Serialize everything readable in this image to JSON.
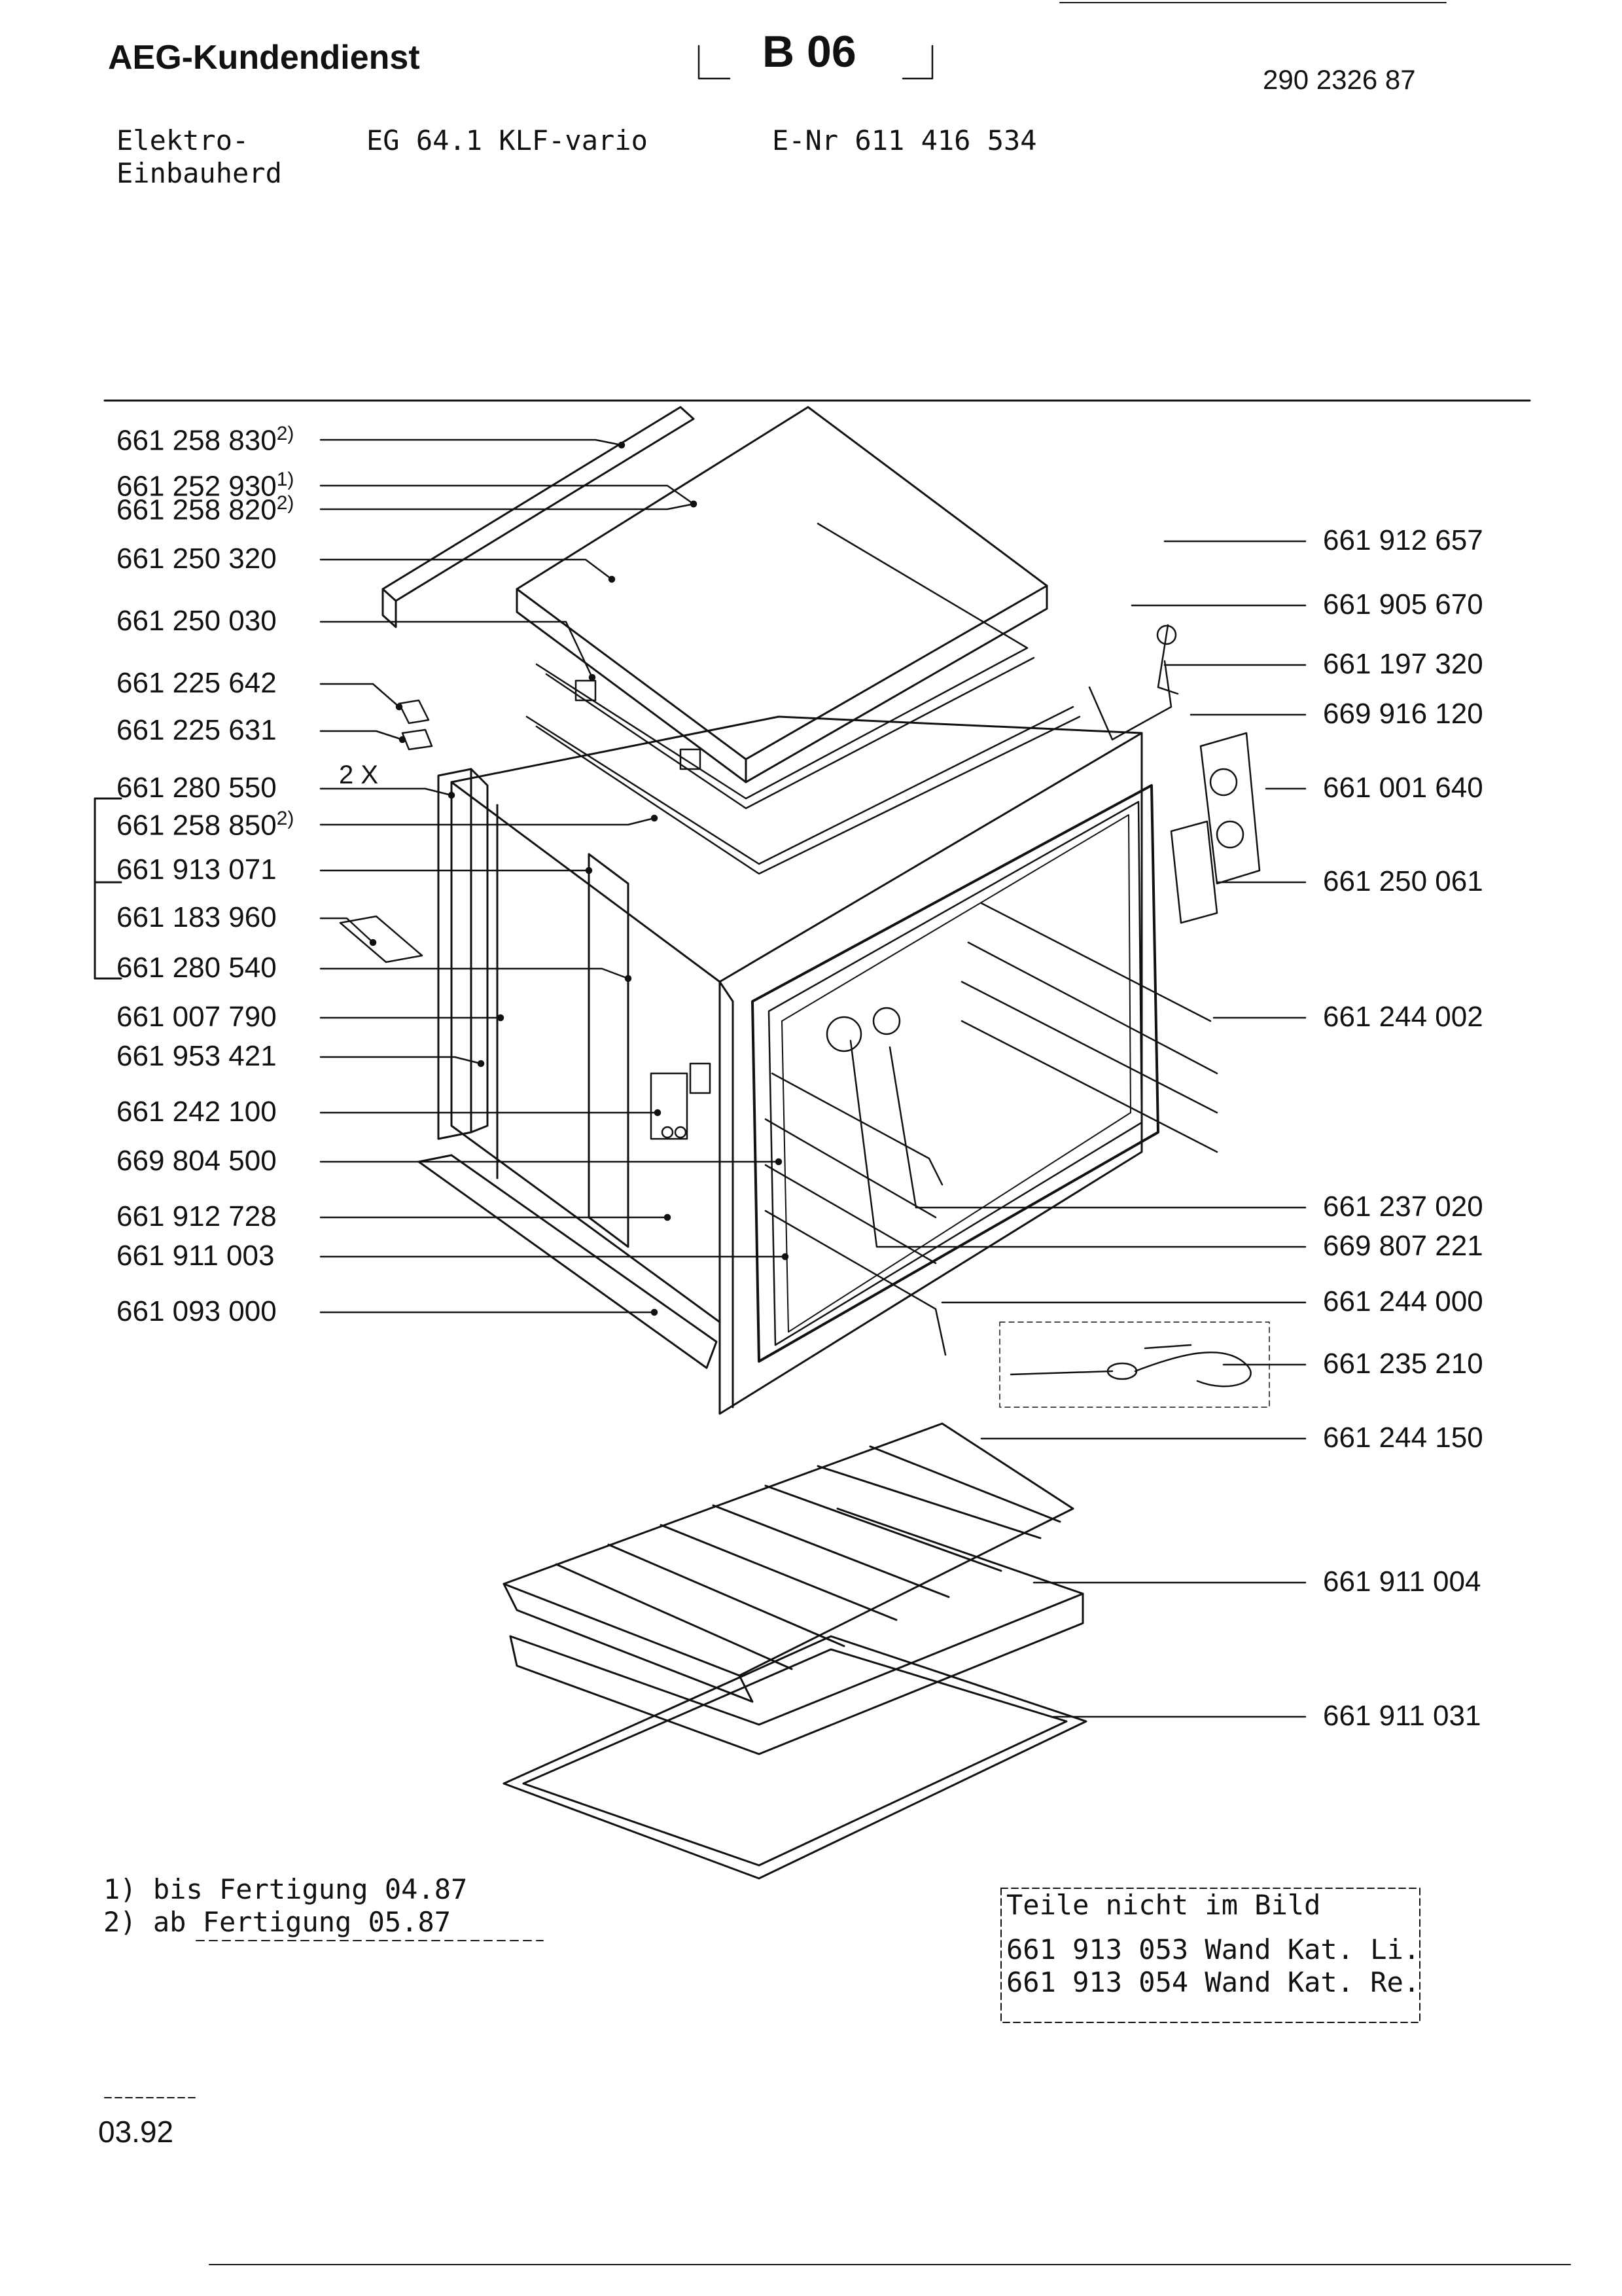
{
  "header": {
    "brand": "AEG-Kundendienst",
    "section": "B 06",
    "document_number": "290 2326 87",
    "product_type_line1": "Elektro-",
    "product_type_line2": "Einbauherd",
    "model": "EG  64.1  KLF-vario",
    "e_nr": "E-Nr 611 416 534"
  },
  "parts_left": [
    {
      "number": "661 258 830",
      "footnote": "2)"
    },
    {
      "number": "661 252 930",
      "footnote": "1)"
    },
    {
      "number": "661 258 820",
      "footnote": "2)"
    },
    {
      "number": "661 250 320",
      "footnote": ""
    },
    {
      "number": "661 250 030",
      "footnote": ""
    },
    {
      "number": "661 225 642",
      "footnote": ""
    },
    {
      "number": "661 225 631",
      "footnote": ""
    },
    {
      "number": "661 280 550",
      "footnote": ""
    },
    {
      "number": "661 258 850",
      "footnote": "2)"
    },
    {
      "number": "661 913 071",
      "footnote": ""
    },
    {
      "number": "661 183 960",
      "footnote": ""
    },
    {
      "number": "661 280 540",
      "footnote": ""
    },
    {
      "number": "661 007 790",
      "footnote": ""
    },
    {
      "number": "661 953 421",
      "footnote": ""
    },
    {
      "number": "661 242 100",
      "footnote": ""
    },
    {
      "number": "669 804 500",
      "footnote": ""
    },
    {
      "number": "661 912 728",
      "footnote": ""
    },
    {
      "number": "661 911 003",
      "footnote": ""
    },
    {
      "number": "661 093 000",
      "footnote": ""
    }
  ],
  "quantity_note": "2 X",
  "parts_right": [
    {
      "number": "661 912 657"
    },
    {
      "number": "661 905 670"
    },
    {
      "number": "661 197 320"
    },
    {
      "number": "669 916 120"
    },
    {
      "number": "661 001 640"
    },
    {
      "number": "661 250 061"
    },
    {
      "number": "661 244 002"
    },
    {
      "number": "661 237 020"
    },
    {
      "number": "669 807 221"
    },
    {
      "number": "661 244 000"
    },
    {
      "number": "661 235 210"
    },
    {
      "number": "661 244 150"
    },
    {
      "number": "661 911 004"
    },
    {
      "number": "661 911 031"
    }
  ],
  "footnotes": [
    {
      "marker": "1)",
      "text": "bis Fertigung 04.87"
    },
    {
      "marker": "2)",
      "text": "ab  Fertigung 05.87"
    }
  ],
  "not_shown": {
    "title": "Teile nicht im Bild",
    "items": [
      "661 913 053 Wand Kat. Li.",
      "661 913 054 Wand Kat. Re."
    ]
  },
  "date": "03.92"
}
